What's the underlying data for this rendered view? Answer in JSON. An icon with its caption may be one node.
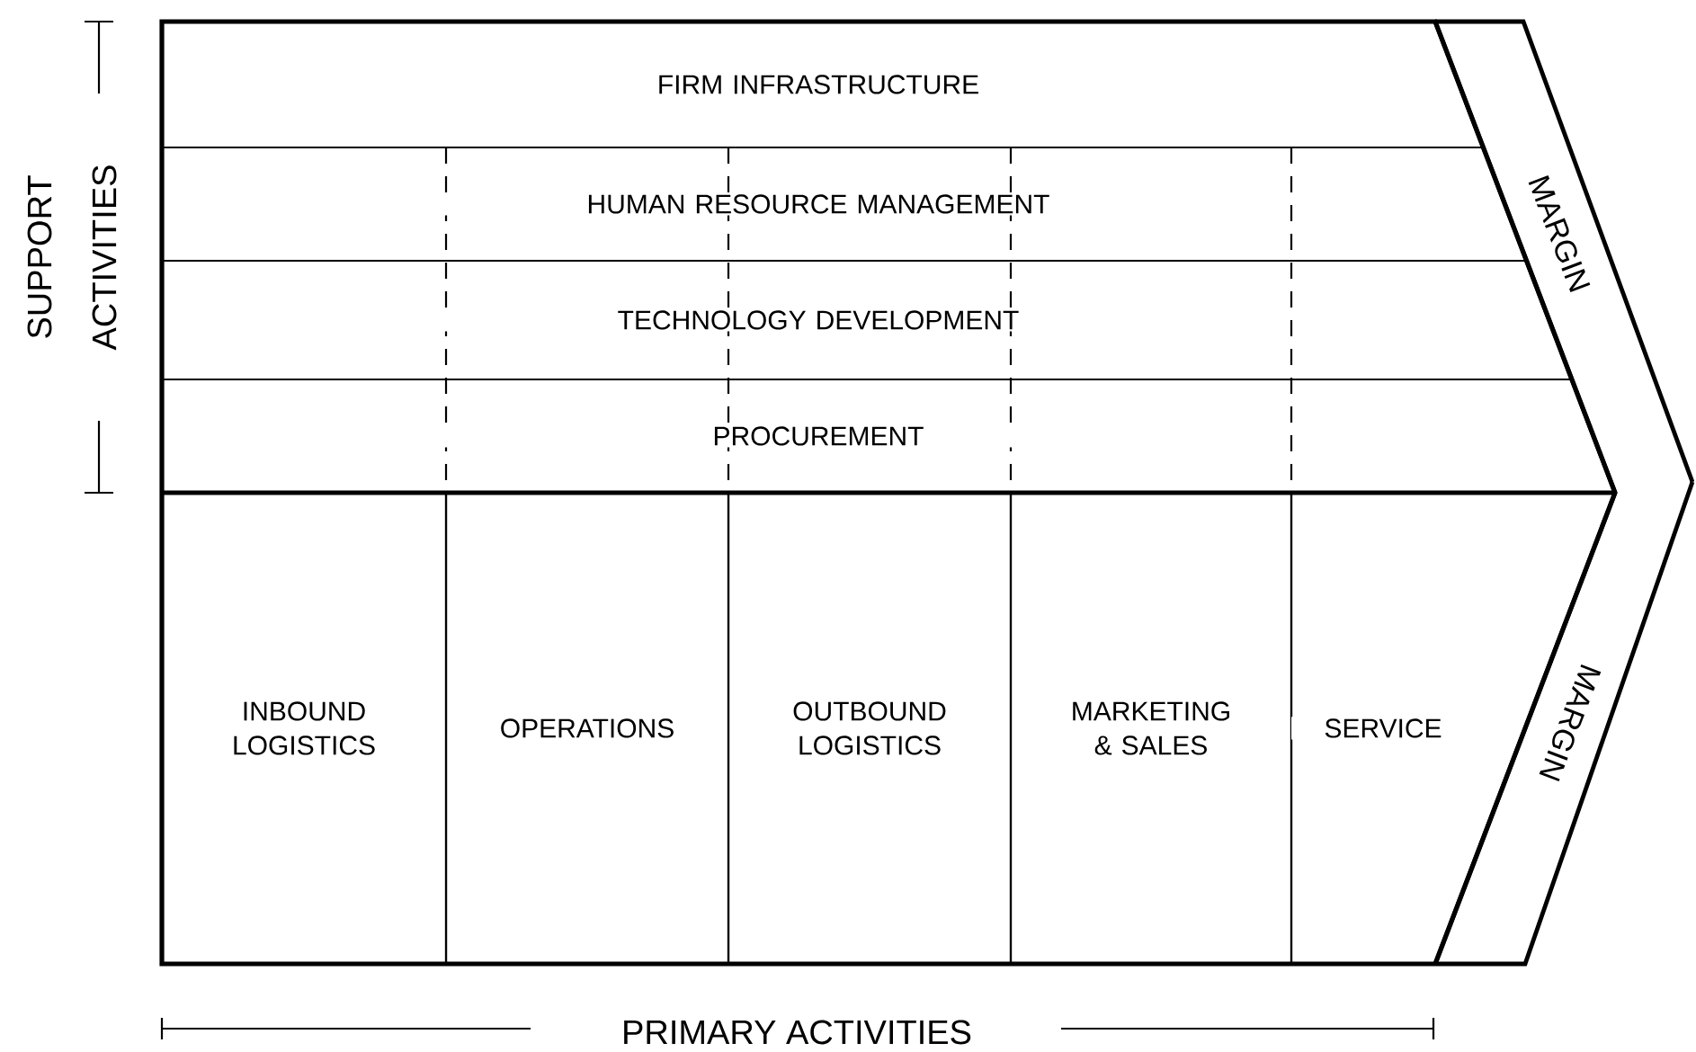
{
  "diagram": {
    "nodes": [
      {
        "text": [
          "FIRM INFRASTRUCTURE"
        ]
      },
      {
        "text": [
          "HUMAN RESOURCE MANAGEMENT"
        ]
      },
      {
        "text": [
          "TECHNOLOGY DEVELOPMENT"
        ]
      },
      {
        "text": [
          "PROCUREMENT"
        ]
      },
      {
        "text": [
          "INBOUND LOGISTICS"
        ]
      },
      {
        "text": [
          "OPERATIONS"
        ]
      },
      {
        "text": [
          "OUTBOUND LOGISTICS"
        ]
      },
      {
        "text": [
          "MARKETING & SALES"
        ]
      },
      {
        "text": [
          "SERVICE"
        ]
      },
      {
        "text": [
          "MARGIN"
        ]
      },
      {
        "text": [
          "MARGIN"
        ]
      }
    ],
    "labels": [
      "SUPPORT ACTIVITIES",
      "PRIMARY ACTIVITIES"
    ]
  }
}
